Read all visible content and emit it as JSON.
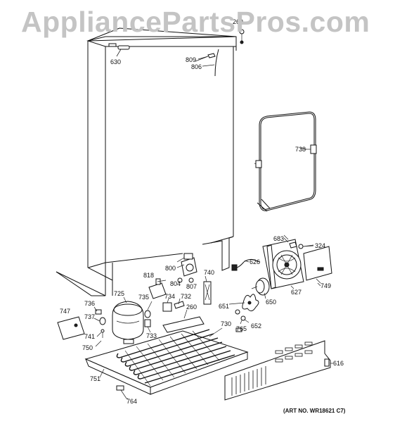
{
  "watermark": "AppliancePartsPros.com",
  "art_number": "(ART NO. WR18621 C7)",
  "callouts": [
    {
      "id": "630",
      "text": "630"
    },
    {
      "id": "269",
      "text": "269"
    },
    {
      "id": "809",
      "text": "809"
    },
    {
      "id": "806",
      "text": "806"
    },
    {
      "id": "738",
      "text": "738"
    },
    {
      "id": "683",
      "text": "683"
    },
    {
      "id": "324",
      "text": "324"
    },
    {
      "id": "626",
      "text": "626"
    },
    {
      "id": "800",
      "text": "800"
    },
    {
      "id": "818",
      "text": "818"
    },
    {
      "id": "804",
      "text": "804"
    },
    {
      "id": "807",
      "text": "807"
    },
    {
      "id": "740",
      "text": "740"
    },
    {
      "id": "627",
      "text": "627"
    },
    {
      "id": "749",
      "text": "749"
    },
    {
      "id": "725",
      "text": "725"
    },
    {
      "id": "735",
      "text": "735"
    },
    {
      "id": "734",
      "text": "734"
    },
    {
      "id": "732",
      "text": "732"
    },
    {
      "id": "260",
      "text": "260"
    },
    {
      "id": "651",
      "text": "651"
    },
    {
      "id": "650",
      "text": "650"
    },
    {
      "id": "736",
      "text": "736"
    },
    {
      "id": "747",
      "text": "747"
    },
    {
      "id": "737",
      "text": "737"
    },
    {
      "id": "733",
      "text": "733"
    },
    {
      "id": "730",
      "text": "730"
    },
    {
      "id": "765",
      "text": "765"
    },
    {
      "id": "652",
      "text": "652"
    },
    {
      "id": "741",
      "text": "741"
    },
    {
      "id": "750",
      "text": "750"
    },
    {
      "id": "616",
      "text": "616"
    },
    {
      "id": "751",
      "text": "751"
    },
    {
      "id": "764",
      "text": "764"
    }
  ]
}
